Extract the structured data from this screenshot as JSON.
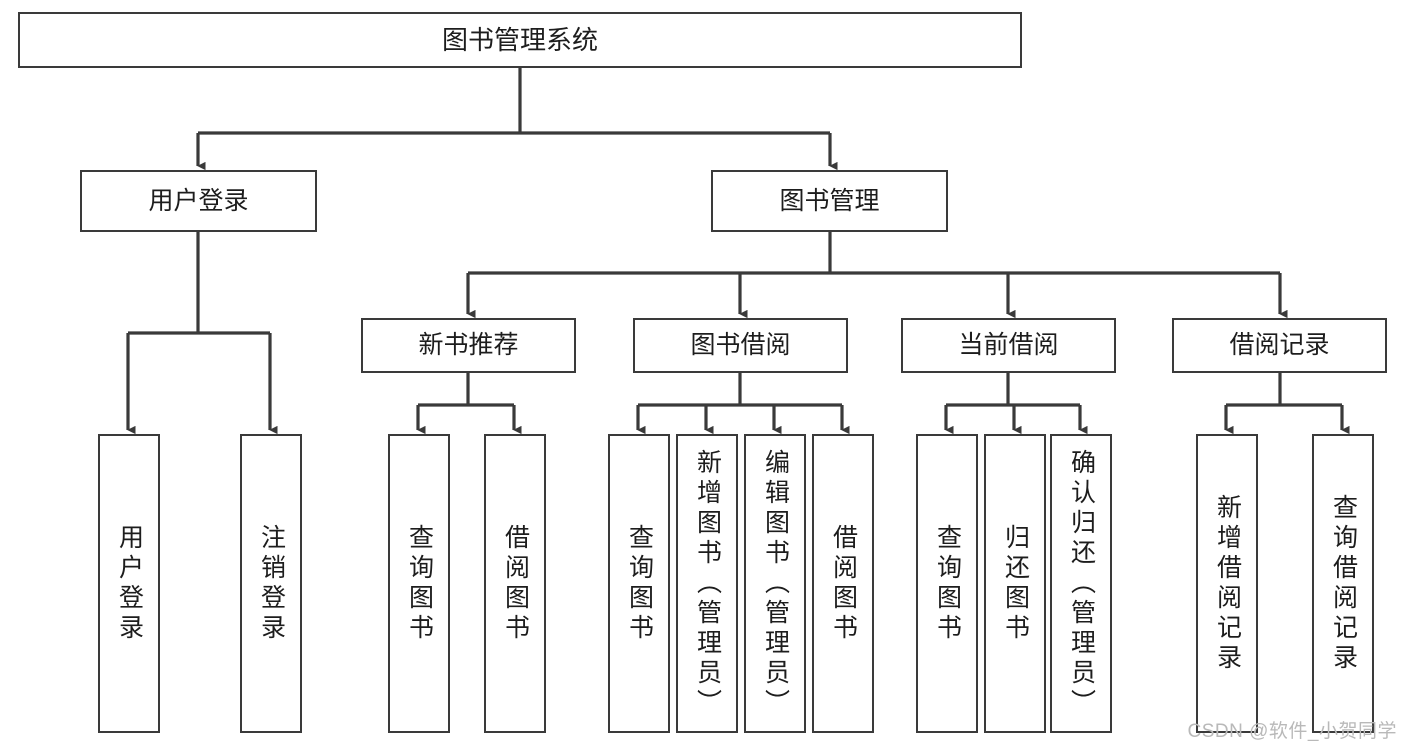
{
  "diagram": {
    "title": "图书管理系统",
    "style": {
      "line_color": "#3a3a3a",
      "box_fill": "#ffffff",
      "text_color": "#1d1d1d",
      "background": "#ffffff"
    },
    "root": {
      "label": "图书管理系统"
    },
    "level2": [
      {
        "label": "用户登录"
      },
      {
        "label": "图书管理"
      }
    ],
    "level3": [
      {
        "label": "新书推荐"
      },
      {
        "label": "图书借阅"
      },
      {
        "label": "当前借阅"
      },
      {
        "label": "借阅记录"
      }
    ],
    "leaves": {
      "user_login": [
        {
          "label": "用户登录"
        },
        {
          "label": "注销登录"
        }
      ],
      "new_book_recommend": [
        {
          "label": "查询图书"
        },
        {
          "label": "借阅图书"
        }
      ],
      "book_borrow": [
        {
          "label": "查询图书"
        },
        {
          "label": "新增图书（管理员）"
        },
        {
          "label": "编辑图书（管理员）"
        },
        {
          "label": "借阅图书"
        }
      ],
      "current_borrow": [
        {
          "label": "查询图书"
        },
        {
          "label": "归还图书"
        },
        {
          "label": "确认归还（管理员）"
        }
      ],
      "borrow_record": [
        {
          "label": "新增借阅记录"
        },
        {
          "label": "查询借阅记录"
        }
      ]
    }
  },
  "watermark": {
    "text": "CSDN @软件_小贺同学"
  }
}
